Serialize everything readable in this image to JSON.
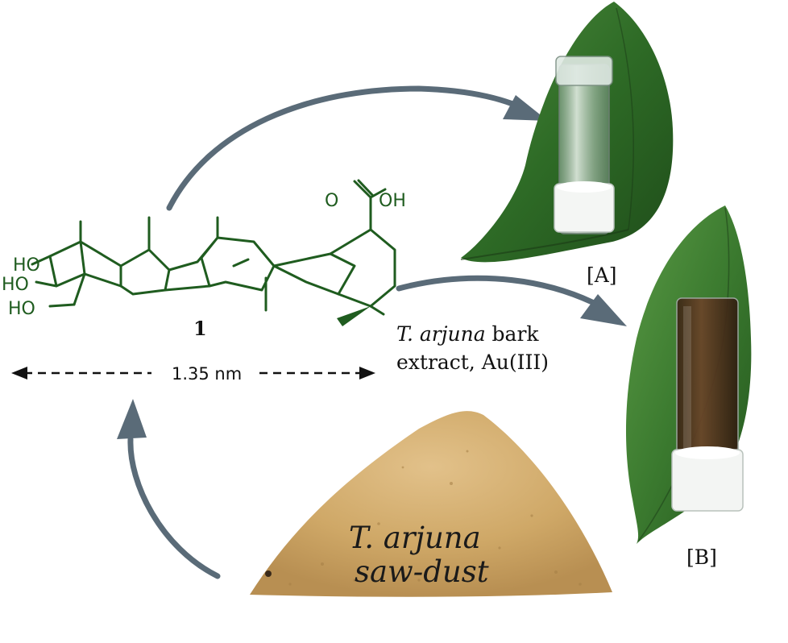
{
  "colors": {
    "molecule": "#1f5c1f",
    "arrow": "#5a6b78",
    "leaf": "#2f6b2a",
    "sawdust": "#cfa867",
    "text": "#1a1a1a"
  },
  "molecule": {
    "compound_number": "1",
    "groups": {
      "ho1": "HO",
      "ho2": "HO",
      "ho3": "HO",
      "acid_o": "O",
      "acid_oh": "OH"
    }
  },
  "measurement": {
    "label": "1.35 nm"
  },
  "reaction": {
    "reagent_italic": "T. arjuna",
    "reagent_line1_rest": " bark",
    "reagent_line2": "extract, Au(III)"
  },
  "samples": {
    "a_label": "[A]",
    "b_label": "[B]"
  },
  "source": {
    "line1": "T. arjuna",
    "line2": "saw-dust"
  },
  "icons": [
    "arrow-to-gel-a",
    "arrow-to-gel-b",
    "arrow-from-sawdust",
    "double-headed-dashed-arrow"
  ]
}
